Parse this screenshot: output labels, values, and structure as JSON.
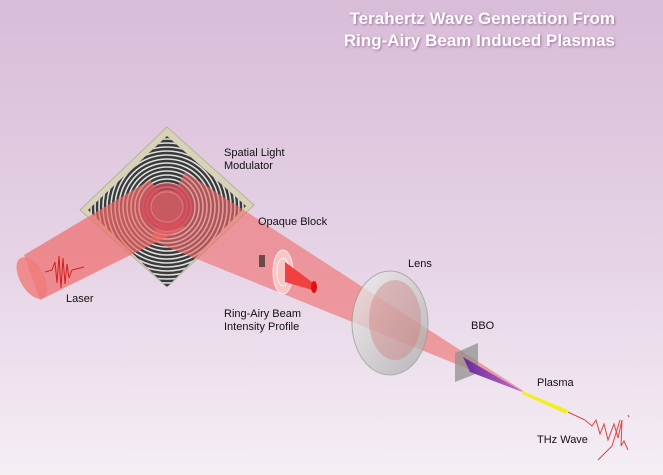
{
  "title": {
    "line1": "Terahertz Wave Generation From",
    "line2": "Ring-Airy Beam Induced Plasmas"
  },
  "labels": {
    "slm_line1": "Spatial Light",
    "slm_line2": "Modulator",
    "opaque_block": "Opaque Block",
    "lens": "Lens",
    "laser": "Laser",
    "profile_line1": "Ring-Airy Beam",
    "profile_line2": "Intensity Profile",
    "bbo": "BBO",
    "plasma": "Plasma",
    "thz": "THz Wave"
  },
  "colors": {
    "beam": "#f06a6a",
    "plasma": "#7a2a9a",
    "thz_beam": "#f0f020",
    "slm_frame": "#d8d2b8"
  }
}
